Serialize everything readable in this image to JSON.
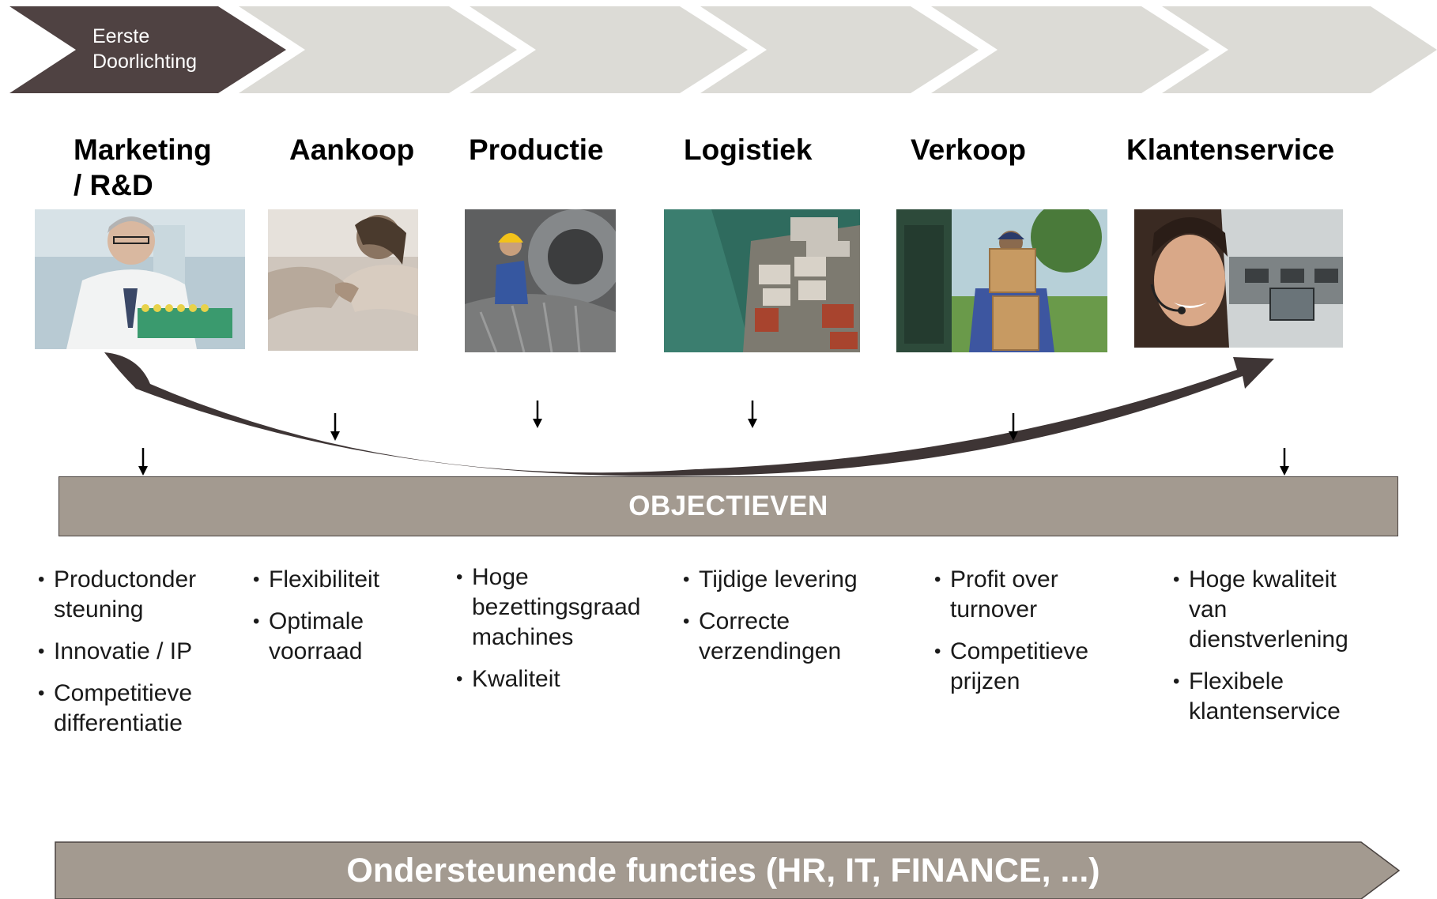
{
  "process": {
    "active_step": {
      "line1": "Eerste",
      "line2": "Doorlichting"
    },
    "colors": {
      "active": "#4f4242",
      "inactive": "#dcdbd6"
    }
  },
  "columns": [
    {
      "title_line1": "Marketing",
      "title_line2": "/ R&D",
      "photo_icon": "scientist-photo"
    },
    {
      "title_line1": "Aankoop",
      "title_line2": "",
      "photo_icon": "handshake-photo"
    },
    {
      "title_line1": "Productie",
      "title_line2": "",
      "photo_icon": "factory-worker-photo"
    },
    {
      "title_line1": "Logistiek",
      "title_line2": "",
      "photo_icon": "shipping-containers-photo"
    },
    {
      "title_line1": "Verkoop",
      "title_line2": "",
      "photo_icon": "delivery-man-photo"
    },
    {
      "title_line1": "Klantenservice",
      "title_line2": "",
      "photo_icon": "call-center-agent-photo"
    }
  ],
  "objectives_label": "OBJECTIEVEN",
  "objectives": [
    {
      "items": [
        "Productonder steuning",
        "Innovatie / IP",
        "Competitieve differentiatie"
      ]
    },
    {
      "items": [
        "Flexibiliteit",
        "Optimale voorraad"
      ]
    },
    {
      "items": [
        "Hoge bezettingsgraad machines",
        "Kwaliteit"
      ]
    },
    {
      "items": [
        "Tijdige levering",
        "Correcte verzendingen"
      ]
    },
    {
      "items": [
        "Profit over turnover",
        "Competitieve prijzen"
      ]
    },
    {
      "items": [
        "Hoge kwaliteit van dienstverlening",
        "Flexibele klantenservice"
      ]
    }
  ],
  "support_label": "Ondersteunende functies (HR, IT, FINANCE, ...)",
  "colors": {
    "objectives_bar": "#a39a90",
    "support_bar": "#a39a90",
    "curved_arrow": "#3e3535"
  }
}
